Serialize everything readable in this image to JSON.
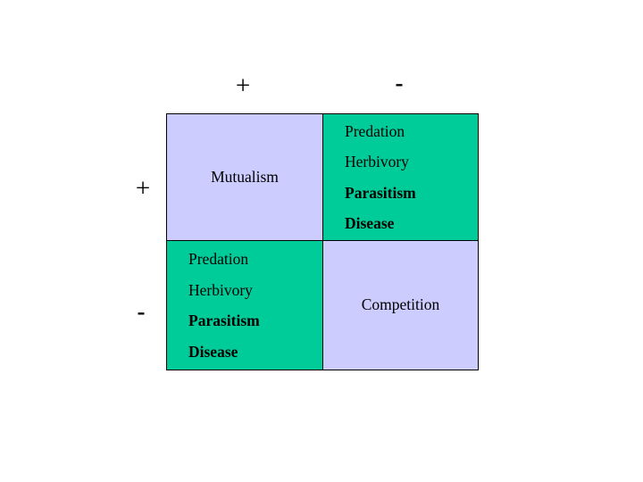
{
  "figure": {
    "type": "interaction-matrix",
    "description": "Two-by-two matrix of species interaction outcomes",
    "colors": {
      "cell_positive_fill": "#ccccff",
      "cell_negative_fill": "#00cc99",
      "border": "#000000",
      "text": "#000000",
      "background": "#ffffff"
    }
  },
  "column_headers": [
    {
      "id": "col-plus",
      "label": "+"
    },
    {
      "id": "col-minus",
      "label": "-"
    }
  ],
  "row_headers": [
    {
      "id": "row-plus",
      "label": "+"
    },
    {
      "id": "row-minus",
      "label": "-"
    }
  ],
  "cells": {
    "plus_plus": {
      "fill": "lavender",
      "align": "center",
      "lines": [
        {
          "text": "Mutualism",
          "bold": false
        }
      ]
    },
    "plus_minus": {
      "fill": "green",
      "align": "left",
      "lines": [
        {
          "text": "Predation",
          "bold": false
        },
        {
          "text": "Herbivory",
          "bold": false
        },
        {
          "text": "Parasitism",
          "bold": true
        },
        {
          "text": "Disease",
          "bold": true
        }
      ]
    },
    "minus_plus": {
      "fill": "green",
      "align": "left",
      "lines": [
        {
          "text": "Predation",
          "bold": false
        },
        {
          "text": "Herbivory",
          "bold": false
        },
        {
          "text": "Parasitism",
          "bold": true
        },
        {
          "text": "Disease",
          "bold": true
        }
      ]
    },
    "minus_minus": {
      "fill": "lavender",
      "align": "center",
      "lines": [
        {
          "text": "Competition",
          "bold": false
        }
      ]
    }
  }
}
